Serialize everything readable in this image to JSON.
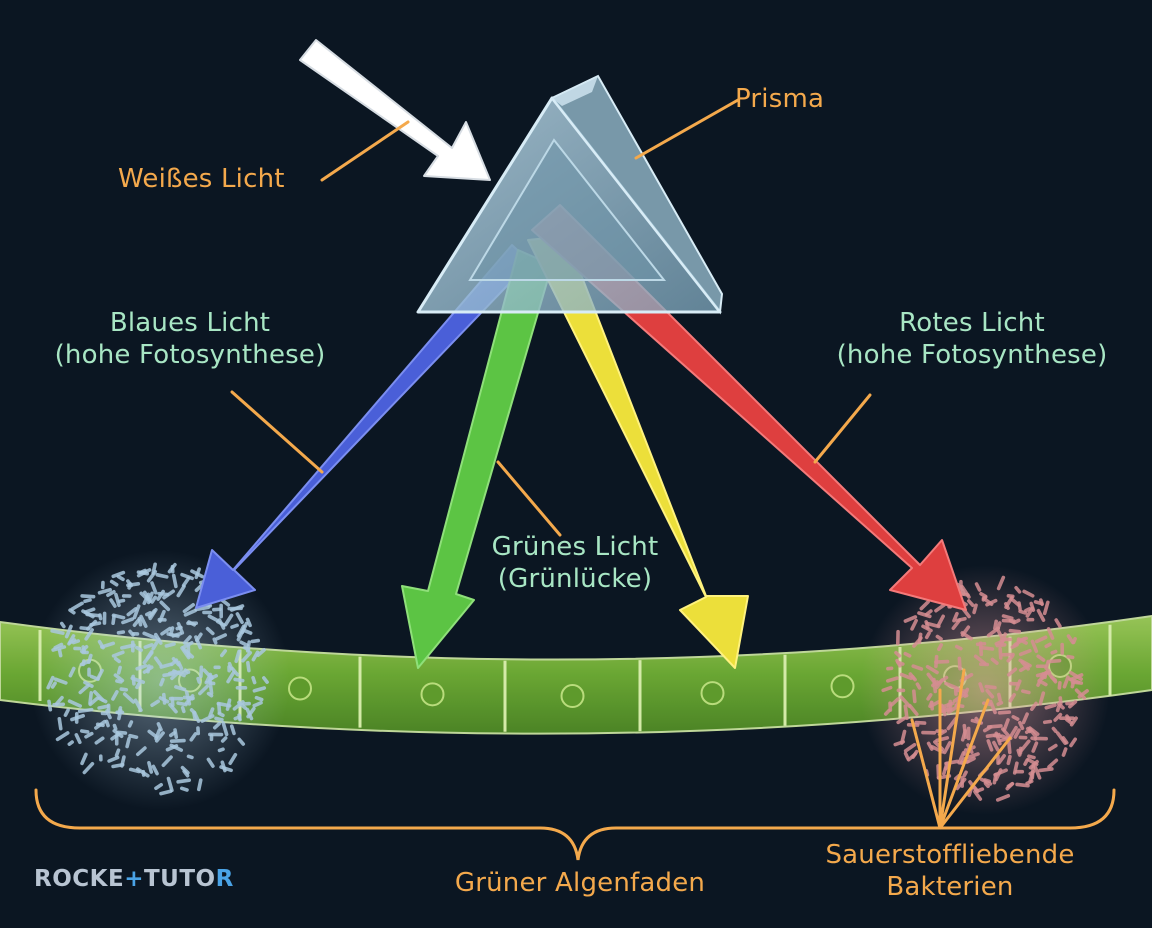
{
  "labels": {
    "prism": "Prisma",
    "white_light": "Weißes Licht",
    "blue_light": "Blaues Licht",
    "blue_note": "(hohe Fotosynthese)",
    "red_light": "Rotes Licht",
    "red_note": "(hohe Fotosynthese)",
    "green_light": "Grünes Licht",
    "green_note": "(Grünlücke)",
    "alga": "Grüner Algenfaden",
    "bacteria_line1": "Sauerstoffliebende",
    "bacteria_line2": "Bakterien"
  },
  "logo": {
    "part1": "ROCKE",
    "part2": "+",
    "part3": "TUTO",
    "part4": "R"
  },
  "colors": {
    "background": "#0b1622",
    "label_orange": "#f4a94c",
    "label_green": "#a8e6c4",
    "beam_blue": "#4a5fd8",
    "beam_green": "#5cc444",
    "beam_yellow": "#ecdf3a",
    "beam_red": "#de3f3f",
    "alga": "#7ab83a",
    "bacteria_blue": "#a9c8de",
    "bacteria_red": "#d58d92"
  }
}
